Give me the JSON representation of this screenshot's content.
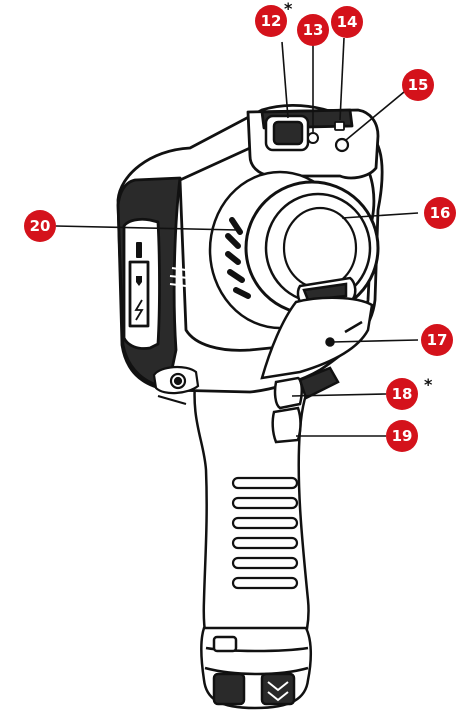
{
  "figure": {
    "callouts": [
      {
        "id": "12",
        "label": "12",
        "star": "*"
      },
      {
        "id": "13",
        "label": "13",
        "star": ""
      },
      {
        "id": "14",
        "label": "14",
        "star": ""
      },
      {
        "id": "15",
        "label": "15",
        "star": ""
      },
      {
        "id": "16",
        "label": "16",
        "star": ""
      },
      {
        "id": "17",
        "label": "17",
        "star": ""
      },
      {
        "id": "18",
        "label": "18",
        "star": "*"
      },
      {
        "id": "19",
        "label": "19",
        "star": ""
      },
      {
        "id": "20",
        "label": "20",
        "star": ""
      }
    ]
  },
  "colors": {
    "callout_fill": "#d4121b",
    "body_stroke": "#111111",
    "body_fill": "#ffffff",
    "shade": "#2a2a2a",
    "star": "#111111"
  },
  "icons": [
    "usb-port-icon",
    "lightning-bolt-icon",
    "connector-icon"
  ]
}
